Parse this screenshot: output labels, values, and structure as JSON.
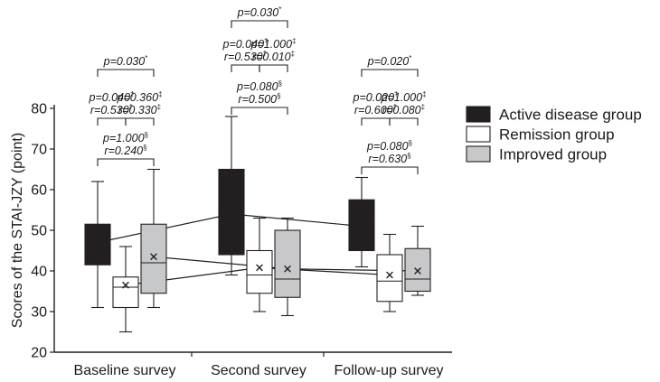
{
  "chart_data": {
    "type": "box",
    "ylabel": "Scores of the STAI-JZY (point)",
    "ylim": [
      20,
      80
    ],
    "yticks": [
      20,
      30,
      40,
      50,
      60,
      70,
      80
    ],
    "categories": [
      "Baseline survey",
      "Second survey",
      "Follow-up survey"
    ],
    "legend_position": "right",
    "series": [
      {
        "name": "Active disease group",
        "fill": "#231f20",
        "boxes": [
          {
            "min": 31,
            "q1": 41.5,
            "median": 47.5,
            "q3": 51.5,
            "max": 62,
            "mean": 47
          },
          {
            "min": 39,
            "q1": 44,
            "median": 54,
            "q3": 65,
            "max": 78,
            "mean": 54
          },
          {
            "min": 41,
            "q1": 45,
            "median": 52,
            "q3": 57.5,
            "max": 63,
            "mean": 51
          }
        ]
      },
      {
        "name": "Remission group",
        "fill": "#ffffff",
        "boxes": [
          {
            "min": 25,
            "q1": 31,
            "median": 36,
            "q3": 38.5,
            "max": 46,
            "mean": 36.5
          },
          {
            "min": 30,
            "q1": 34.5,
            "median": 39,
            "q3": 45,
            "max": 53,
            "mean": 40.8
          },
          {
            "min": 30,
            "q1": 32.5,
            "median": 37.5,
            "q3": 44,
            "max": 49,
            "mean": 39
          }
        ]
      },
      {
        "name": "Improved group",
        "fill": "#c7c8ca",
        "boxes": [
          {
            "min": 31,
            "q1": 34.5,
            "median": 42,
            "q3": 51.5,
            "max": 65,
            "mean": 43.5
          },
          {
            "min": 29,
            "q1": 33.5,
            "median": 38,
            "q3": 50,
            "max": 53,
            "mean": 40.5
          },
          {
            "min": 34,
            "q1": 35,
            "median": 38,
            "q3": 45.5,
            "max": 51,
            "mean": 40
          }
        ]
      }
    ],
    "annotations": [
      {
        "group": 0,
        "from": 0,
        "to": 2,
        "level": 3,
        "lines": [
          {
            "text": "p=0.030",
            "sup": "*"
          }
        ]
      },
      {
        "group": 0,
        "from": 0,
        "to": 1,
        "level": 2,
        "lines": [
          {
            "text": "p=0.040",
            "sup": "†"
          },
          {
            "text": "r=0.530",
            "sup": "†"
          }
        ]
      },
      {
        "group": 0,
        "from": 1,
        "to": 2,
        "level": 2,
        "lines": [
          {
            "text": "p=0.360",
            "sup": "‡"
          },
          {
            "text": "r=0.330",
            "sup": "‡"
          }
        ]
      },
      {
        "group": 0,
        "from": 0,
        "to": 2,
        "level": 1,
        "lines": [
          {
            "text": "p=1.000",
            "sup": "§"
          },
          {
            "text": "r=0.240",
            "sup": "§"
          }
        ]
      },
      {
        "group": 1,
        "from": 0,
        "to": 2,
        "level": 4,
        "lines": [
          {
            "text": "p=0.030",
            "sup": "*"
          }
        ]
      },
      {
        "group": 1,
        "from": 0,
        "to": 1,
        "level": 3,
        "lines": [
          {
            "text": "p=0.040",
            "sup": "†"
          },
          {
            "text": "r=0.530",
            "sup": "†"
          }
        ]
      },
      {
        "group": 1,
        "from": 1,
        "to": 2,
        "level": 3,
        "lines": [
          {
            "text": "p=1.000",
            "sup": "‡"
          },
          {
            "text": "r=0.010",
            "sup": "‡"
          }
        ]
      },
      {
        "group": 1,
        "from": 0,
        "to": 2,
        "level": 2,
        "lines": [
          {
            "text": "p=0.080",
            "sup": "§"
          },
          {
            "text": "r=0.500",
            "sup": "§"
          }
        ]
      },
      {
        "group": 2,
        "from": 0,
        "to": 2,
        "level": 3,
        "lines": [
          {
            "text": "p=0.020",
            "sup": "*"
          }
        ]
      },
      {
        "group": 2,
        "from": 0,
        "to": 1,
        "level": 2,
        "lines": [
          {
            "text": "p=0.020",
            "sup": "†"
          },
          {
            "text": "r=0.600",
            "sup": "†"
          }
        ]
      },
      {
        "group": 2,
        "from": 1,
        "to": 2,
        "level": 2,
        "lines": [
          {
            "text": "p=1.000",
            "sup": "‡"
          },
          {
            "text": "r=0.080",
            "sup": "‡"
          }
        ]
      },
      {
        "group": 2,
        "from": 0,
        "to": 2,
        "level": 1,
        "lines": [
          {
            "text": "p=0.080",
            "sup": "§"
          },
          {
            "text": "r=0.630",
            "sup": "§"
          }
        ]
      }
    ]
  }
}
